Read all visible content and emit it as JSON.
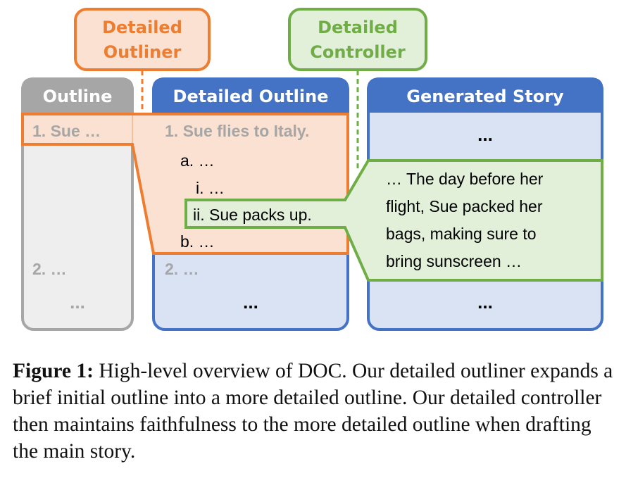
{
  "colors": {
    "gray": "#a6a6a6",
    "gray_fill": "#eeeeee",
    "blue": "#4472c4",
    "blue_fill": "#dae3f3",
    "orange": "#ed7d31",
    "orange_fill": "#fbe1d2",
    "green": "#70ad47",
    "green_fill": "#e2f0d9"
  },
  "labels": {
    "detailed_outliner": [
      "Detailed",
      "Outliner"
    ],
    "detailed_controller": [
      "Detailed",
      "Controller"
    ],
    "outline": "Outline",
    "detailed_outline": "Detailed Outline",
    "generated_story": "Generated Story"
  },
  "outline": {
    "item1": "1. Sue …",
    "item2": "2. …",
    "ellipsis": "..."
  },
  "detailed": {
    "item1": "1. Sue flies to Italy.",
    "a": "a. …",
    "i": "i. …",
    "ii": "ii. Sue packs up.",
    "b": "b. …",
    "item2": "2. …",
    "ellipsis": "..."
  },
  "story": {
    "top_ellipsis": "...",
    "lines": [
      "… The day before her",
      "flight, Sue packed her",
      "bags, making sure to",
      "bring sunscreen …"
    ],
    "bottom_ellipsis": "..."
  },
  "caption": {
    "label": "Figure 1:",
    "text": "High-level overview of DOC. Our detailed outliner expands a brief initial outline into a more detailed outline. Our detailed controller then maintains faithfulness to the more detailed outline when drafting the main story."
  }
}
